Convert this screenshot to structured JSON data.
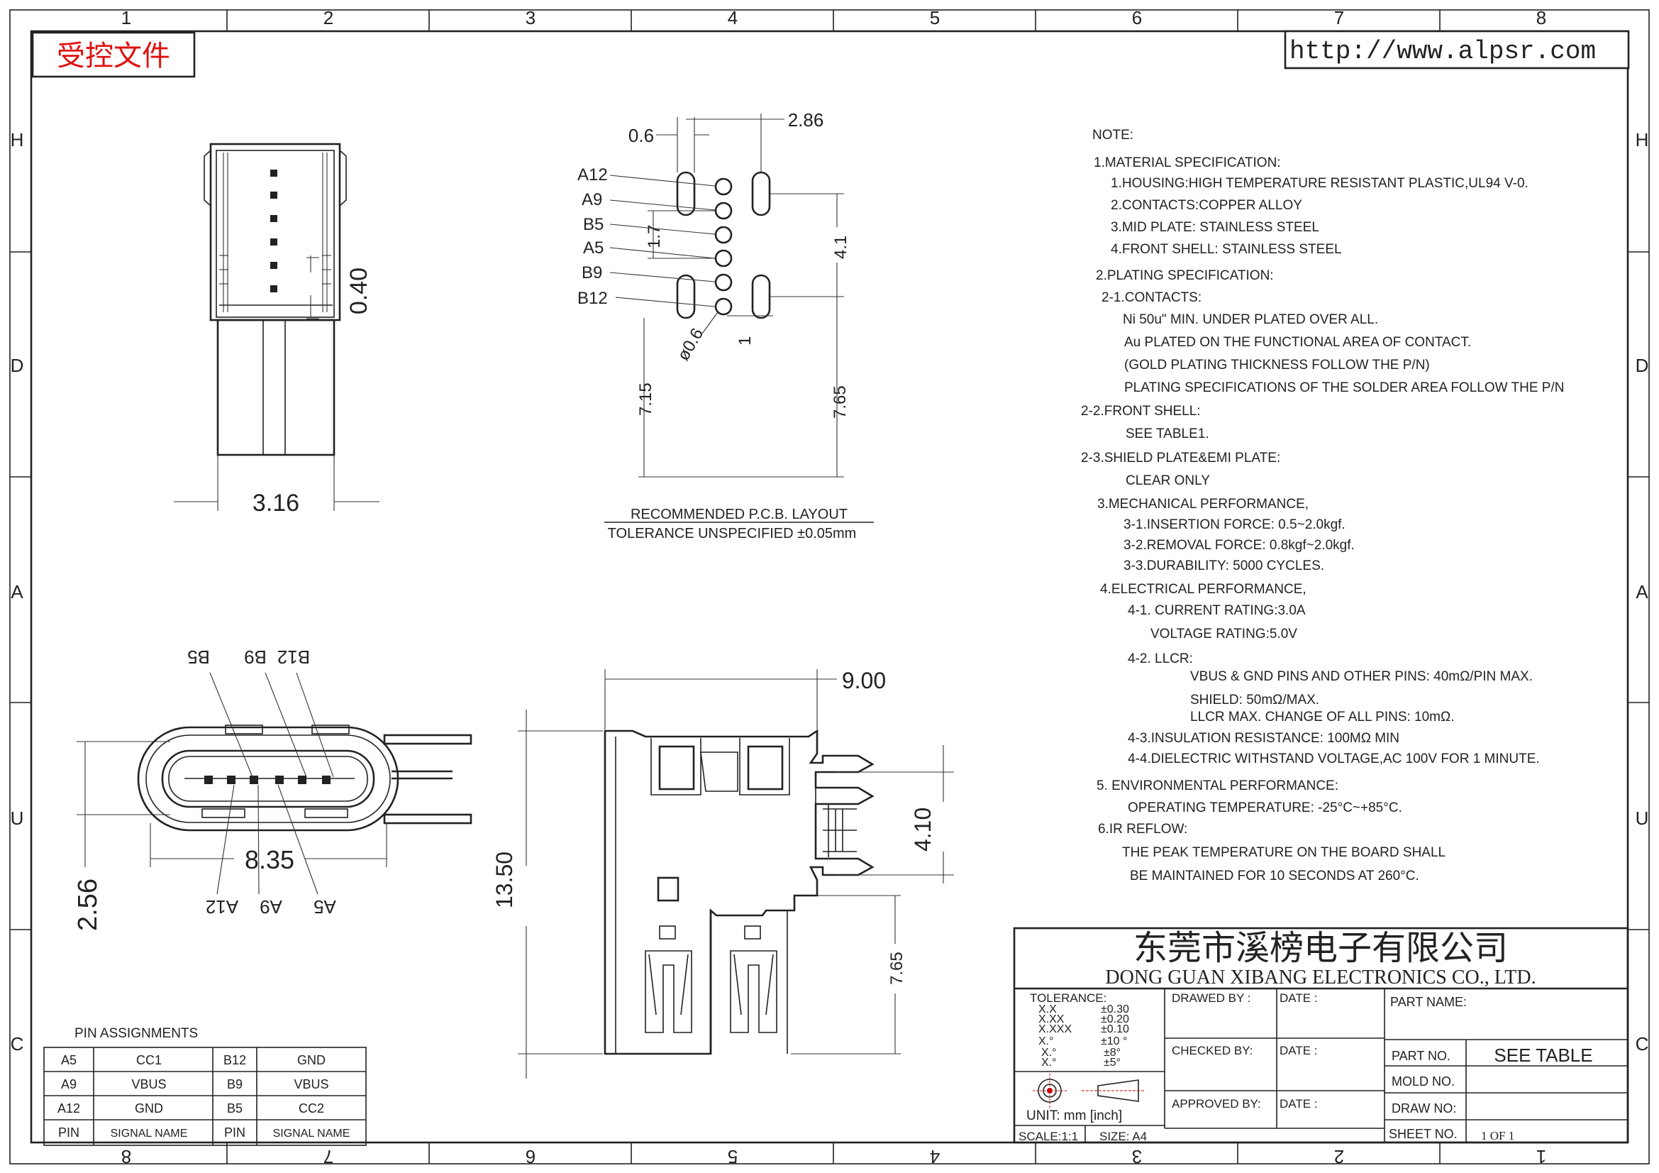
{
  "stamp": "受控文件",
  "url": "http://www.alpsr.com",
  "grid": {
    "top": [
      "1",
      "2",
      "3",
      "4",
      "5",
      "6",
      "7",
      "8"
    ],
    "bottom": [
      "8",
      "7",
      "6",
      "5",
      "4",
      "3",
      "2",
      "1"
    ],
    "left": [
      "H",
      "D",
      "A",
      "U",
      "C"
    ],
    "right": [
      "H",
      "D",
      "A",
      "U",
      "C"
    ]
  },
  "top_view": {
    "dim_040": "0.40",
    "dim_316": "3.16"
  },
  "pcb": {
    "dim_06": "0.6",
    "dim_286": "2.86",
    "pins": [
      "A12",
      "A9",
      "B5",
      "A5",
      "B9",
      "B12"
    ],
    "dim_17": "1.7",
    "dim_41": "4.1",
    "dim_phi06": "ø0.6",
    "dim_1": "1",
    "dim_715": "7.15",
    "dim_765": "7.65",
    "title": "RECOMMENDED   P.C.B. LAYOUT",
    "tolerance": "TOLERANCE UNSPECIFIED  ±0.05mm"
  },
  "front_view": {
    "top_labels": [
      "B5",
      "B9",
      "B12"
    ],
    "bottom_labels": [
      "A12",
      "A9",
      "A5"
    ],
    "dim_835": "8.35",
    "dim_256": "2.56"
  },
  "side_view": {
    "dim_900": "9.00",
    "dim_1350": "13.50",
    "dim_410": "4.10",
    "dim_765": "7.65"
  },
  "notes": [
    "NOTE:",
    "1.MATERIAL SPECIFICATION:",
    "1.HOUSING:HIGH TEMPERATURE RESISTANT PLASTIC,UL94 V-0.",
    "2.CONTACTS:COPPER ALLOY",
    "3.MID PLATE: STAINLESS STEEL",
    "4.FRONT SHELL: STAINLESS STEEL",
    "2.PLATING SPECIFICATION:",
    "2-1.CONTACTS:",
    "Ni 50u\" MIN. UNDER PLATED OVER ALL.",
    "Au PLATED ON THE FUNCTIONAL AREA OF CONTACT.",
    "(GOLD PLATING THICKNESS FOLLOW THE P/N)",
    "PLATING SPECIFICATIONS OF THE SOLDER AREA FOLLOW THE P/N",
    "2-2.FRONT SHELL:",
    "SEE TABLE1.",
    "2-3.SHIELD PLATE&EMI PLATE:",
    "CLEAR ONLY",
    "3.MECHANICAL PERFORMANCE,",
    "3-1.INSERTION FORCE: 0.5~2.0kgf.",
    "3-2.REMOVAL FORCE: 0.8kgf~2.0kgf.",
    "3-3.DURABILITY: 5000 CYCLES.",
    "4.ELECTRICAL PERFORMANCE,",
    "4-1. CURRENT RATING:3.0A",
    "VOLTAGE RATING:5.0V",
    "4-2. LLCR:",
    "VBUS & GND PINS AND OTHER PINS: 40mΩ/PIN MAX.",
    "SHIELD: 50mΩ/MAX.",
    "LLCR MAX. CHANGE OF ALL PINS: 10mΩ.",
    "4-3.INSULATION RESISTANCE: 100MΩ  MIN",
    "4-4.DIELECTRIC WITHSTAND VOLTAGE,AC 100V FOR 1 MINUTE.",
    "5. ENVIRONMENTAL PERFORMANCE:",
    "OPERATING TEMPERATURE: -25°C~+85°C.",
    "6.IR REFLOW:",
    "THE PEAK TEMPERATURE ON THE BOARD SHALL",
    "BE MAINTAINED FOR 10 SECONDS AT 260°C."
  ],
  "pin_table": {
    "caption": "PIN ASSIGNMENTS",
    "rows": [
      [
        "A5",
        "CC1",
        "B12",
        "GND"
      ],
      [
        "A9",
        "VBUS",
        "B9",
        "VBUS"
      ],
      [
        "A12",
        "GND",
        "B5",
        "CC2"
      ],
      [
        "PIN",
        "SIGNAL NAME",
        "PIN",
        "SIGNAL NAME"
      ]
    ]
  },
  "title_block": {
    "company_cn": "东莞市溪榜电子有限公司",
    "company_en": "DONG GUAN XIBANG ELECTRONICS CO., LTD.",
    "tolerance_label": "TOLERANCE:",
    "tolerance_keys": [
      "X.X",
      "X.XX",
      "X.XXX",
      "X.°",
      "X.°",
      "X.°"
    ],
    "tolerance_vals": [
      "±0.30",
      "±0.20",
      "±0.10",
      "±10 °",
      "±8°",
      "±5°"
    ],
    "drawed_by": "DRAWED  BY :",
    "checked_by": "CHECKED  BY:",
    "approved_by": "APPROVED  BY:",
    "date": "DATE  :",
    "unit": "UNIT:  mm  [inch]",
    "scale": "SCALE:1:1",
    "size": "SIZE:  A4",
    "part_name": "PART  NAME:",
    "part_no": "PART  NO.",
    "part_no_value": "SEE  TABLE",
    "mold_no": "MOLD  NO.",
    "draw_no": "DRAW  NO:",
    "sheet_no": "SHEET  NO.",
    "sheet_value": "1  OF  1"
  }
}
